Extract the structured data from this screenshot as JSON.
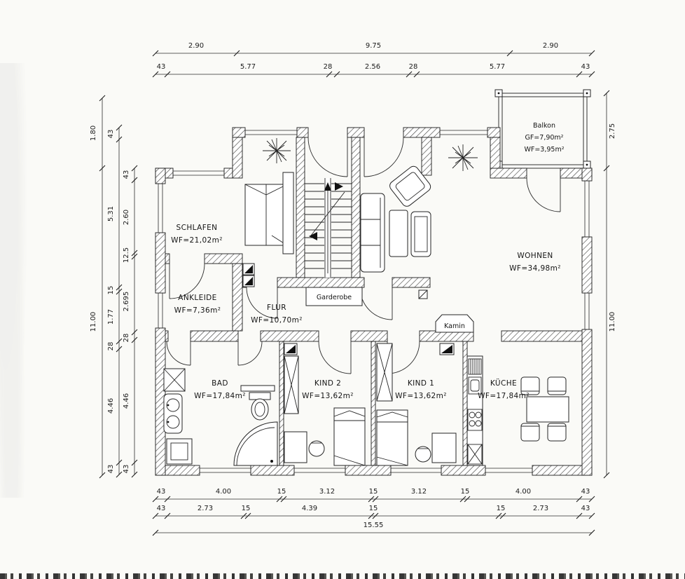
{
  "colors": {
    "ink": "#1b1b1b",
    "paper": "#fafaf7"
  },
  "rooms": {
    "schlafen": {
      "name": "SCHLAFEN",
      "area": "WF=21,02m²"
    },
    "ankleide": {
      "name": "ANKLEIDE",
      "area": "WF=7,36m²"
    },
    "flur": {
      "name": "FLUR",
      "area": "WF=10,70m²"
    },
    "wohnen": {
      "name": "WOHNEN",
      "area": "WF=34,98m²"
    },
    "bad": {
      "name": "BAD",
      "area": "WF=17,84m²"
    },
    "kind2": {
      "name": "KIND 2",
      "area": "WF=13,62m²"
    },
    "kind1": {
      "name": "KIND 1",
      "area": "WF=13,62m²"
    },
    "kueche": {
      "name": "KÜCHE",
      "area": "WF=17,84m²"
    },
    "balkon": {
      "name": "Balkon",
      "gf": "GF=7,90m²",
      "wf": "WF=3,95m²"
    },
    "garderobe": {
      "name": "Garderobe"
    },
    "kamin": {
      "name": "Kamin"
    }
  },
  "dims": {
    "top_outer": [
      "2.90",
      "9.75",
      "2.90"
    ],
    "top_inner": [
      "43",
      "5.77",
      "28",
      "2.56",
      "28",
      "5.77",
      "43"
    ],
    "bottom_inner": [
      "43",
      "4.00",
      "15",
      "3.12",
      "15",
      "3.12",
      "15",
      "4.00",
      "43"
    ],
    "bottom_mid": [
      "43",
      "2.73",
      "15",
      "4.39",
      "15",
      "15",
      "2.73",
      "43"
    ],
    "bottom_total": "15.55",
    "left_outer": [
      "1.80",
      "11.00"
    ],
    "left_mid": [
      "43",
      "5.31",
      "15",
      "1.77",
      "28",
      "4.46",
      "43"
    ],
    "left_inner": [
      "43",
      "2.60",
      "12.5",
      "2.695",
      "28",
      "4.46",
      "43"
    ],
    "right_outer": [
      "2.75",
      "11.00"
    ]
  }
}
